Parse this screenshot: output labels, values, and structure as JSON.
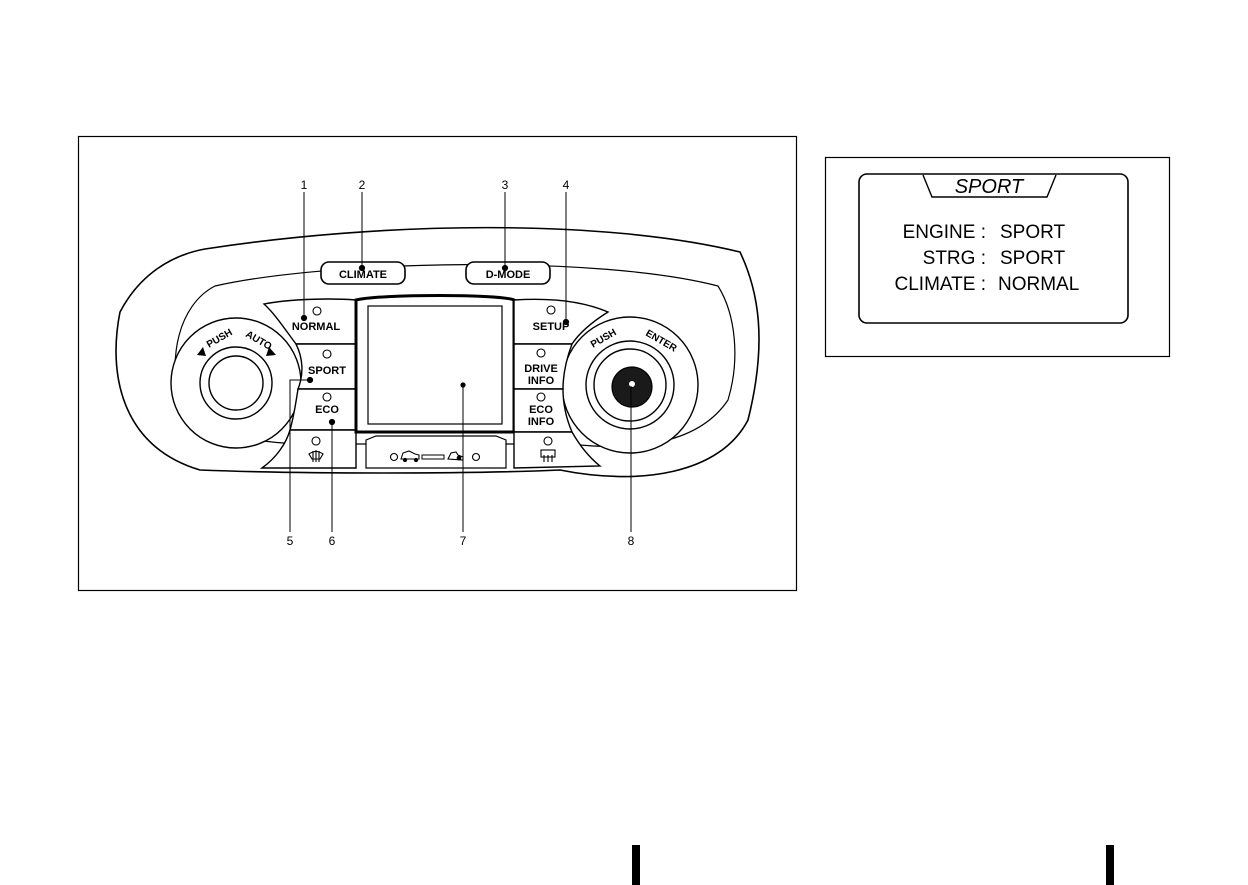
{
  "callouts": [
    "1",
    "2",
    "3",
    "4",
    "5",
    "6",
    "7",
    "8"
  ],
  "buttons": {
    "climate": "CLIMATE",
    "d_mode": "D-MODE",
    "normal": "NORMAL",
    "sport": "SPORT",
    "eco": "ECO",
    "setup": "SETUP",
    "drive_info": [
      "DRIVE",
      "INFO"
    ],
    "eco_info": [
      "ECO",
      "INFO"
    ]
  },
  "knobs": {
    "left": {
      "push": "PUSH",
      "auto": "AUTO"
    },
    "right": {
      "push": "PUSH",
      "enter": "ENTER"
    }
  },
  "display": {
    "title": "SPORT",
    "rows": [
      {
        "label": "ENGINE :",
        "value": "SPORT"
      },
      {
        "label": "STRG :",
        "value": "SPORT"
      },
      {
        "label": "CLIMATE :",
        "value": "NORMAL"
      }
    ]
  },
  "colors": {
    "panel_fill": "#ffffff",
    "stroke": "#000000"
  }
}
